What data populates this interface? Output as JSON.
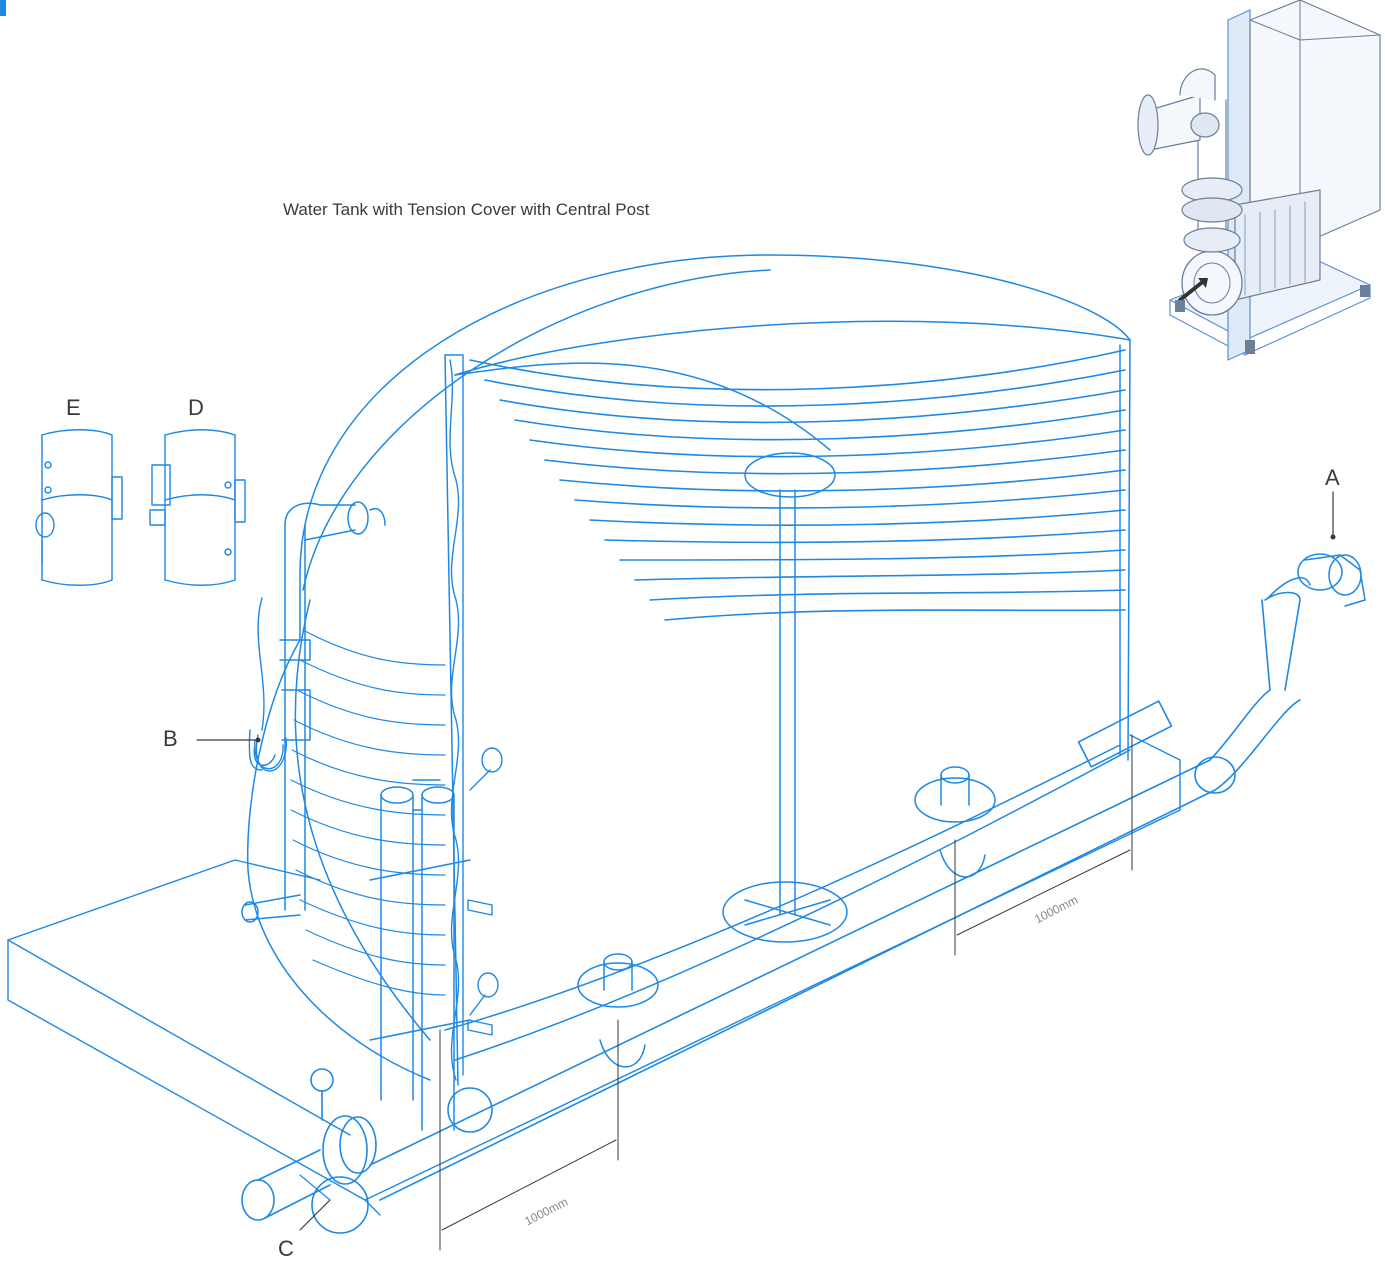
{
  "title": "Water Tank with Tension Cover with Central Post",
  "labels": {
    "a": "A",
    "b": "B",
    "c": "C",
    "d": "D",
    "e": "E"
  },
  "dimensions": [
    "1000mm",
    "1000mm"
  ],
  "colors": {
    "line": "#1e88e5",
    "text": "#3a3a3a",
    "dimension": "#888888",
    "pump_frame": "#c7d9ef"
  },
  "icons": [
    "pump-unit-icon",
    "pipe-clamp-detail-icon",
    "valve-icon",
    "float-valve-icon"
  ]
}
